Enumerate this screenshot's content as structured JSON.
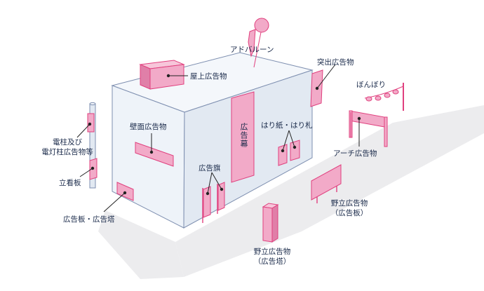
{
  "colors": {
    "pink_fill": "#f2aac8",
    "pink_stroke": "#e0407e",
    "building_front": "#eef3f9",
    "building_side": "#e2e9f2",
    "building_top": "#f4f7fb",
    "building_stroke": "#7e8fb0",
    "shadow": "#e8e8ea",
    "text": "#1a2a4a"
  },
  "labels": {
    "ad_balloon": "アドバルーン",
    "rooftop_ad": "屋上広告物",
    "protruding_ad": "突出広告物",
    "bonbori": "ぼんぼり",
    "wall_ad": "壁面広告物",
    "banner_curtain": "広告幕",
    "posters": "はり紙・はり札",
    "arch_ad": "アーチ広告物",
    "pole_ad_line1": "電柱及び",
    "pole_ad_line2": "電灯柱広告物等",
    "standing_sign": "立看板",
    "ad_flag": "広告旗",
    "billboard_tower": "広告板・広告塔",
    "field_board_line1": "野立広告物",
    "field_board_line2": "（広告板）",
    "field_tower_line1": "野立広告物",
    "field_tower_line2": "（広告塔）"
  }
}
